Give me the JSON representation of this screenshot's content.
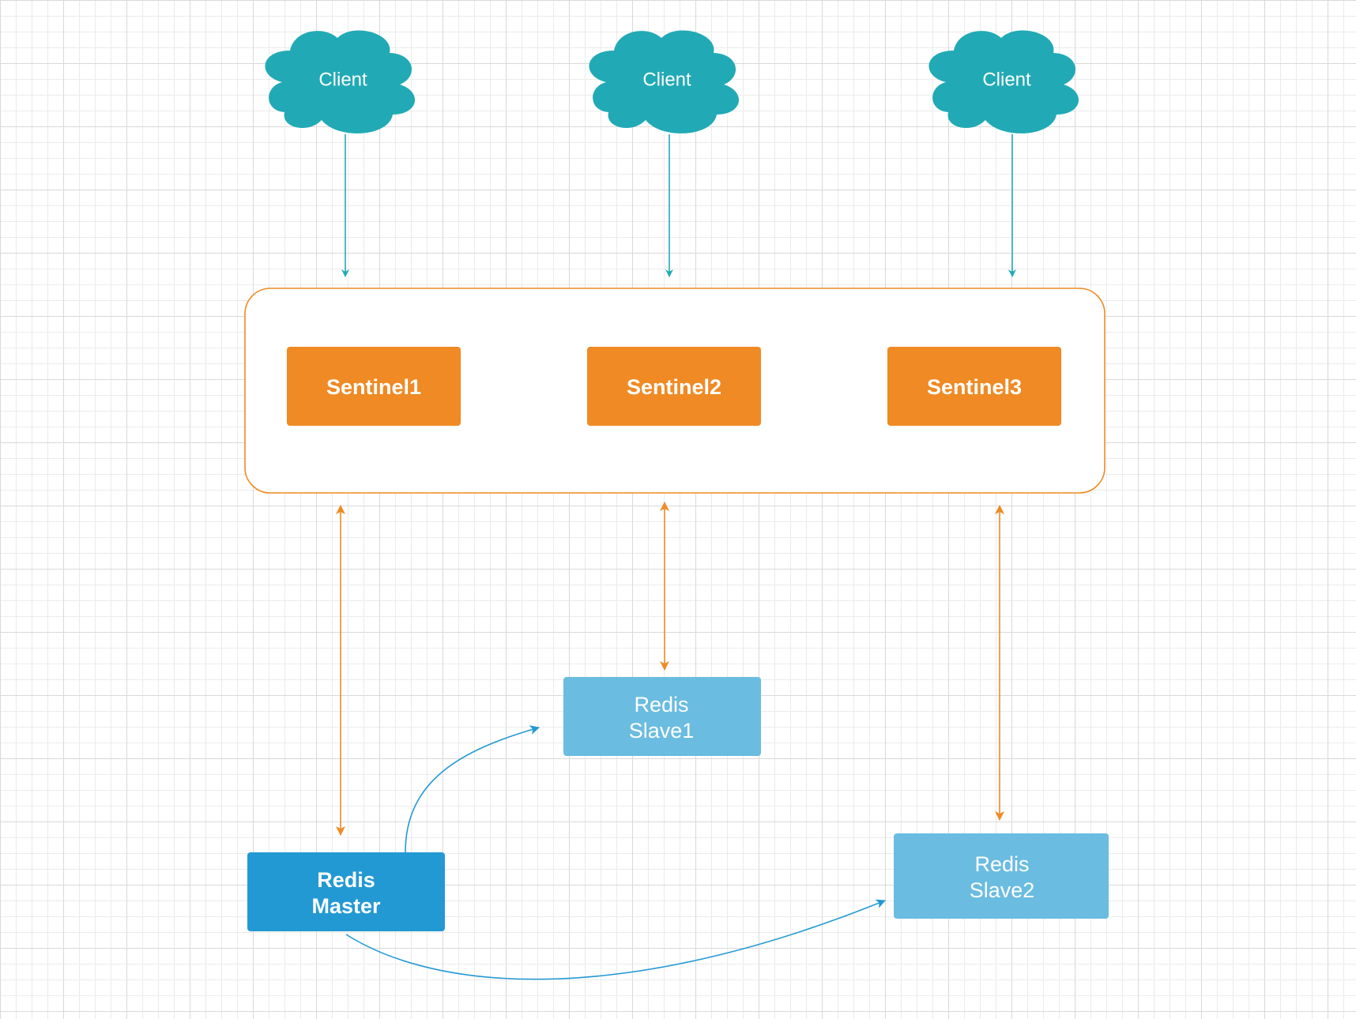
{
  "colors": {
    "client": "#21aab5",
    "sentinel": "#ef8a24",
    "sentinel_group_border": "#ef8a24",
    "redis_master": "#2399d3",
    "redis_slave": "#6abce0",
    "client_arrow": "#21aab5",
    "sentinel_arrow": "#ef8a24",
    "replication_arrow": "#2399d3"
  },
  "clients": [
    {
      "label": "Client",
      "icon": "cloud-icon"
    },
    {
      "label": "Client",
      "icon": "cloud-icon"
    },
    {
      "label": "Client",
      "icon": "cloud-icon"
    }
  ],
  "sentinels": [
    {
      "label": "Sentinel1"
    },
    {
      "label": "Sentinel2"
    },
    {
      "label": "Sentinel3"
    }
  ],
  "redis_master": {
    "line1": "Redis",
    "line2": "Master"
  },
  "redis_slave1": {
    "line1": "Redis",
    "line2": "Slave1"
  },
  "redis_slave2": {
    "line1": "Redis",
    "line2": "Slave2"
  }
}
